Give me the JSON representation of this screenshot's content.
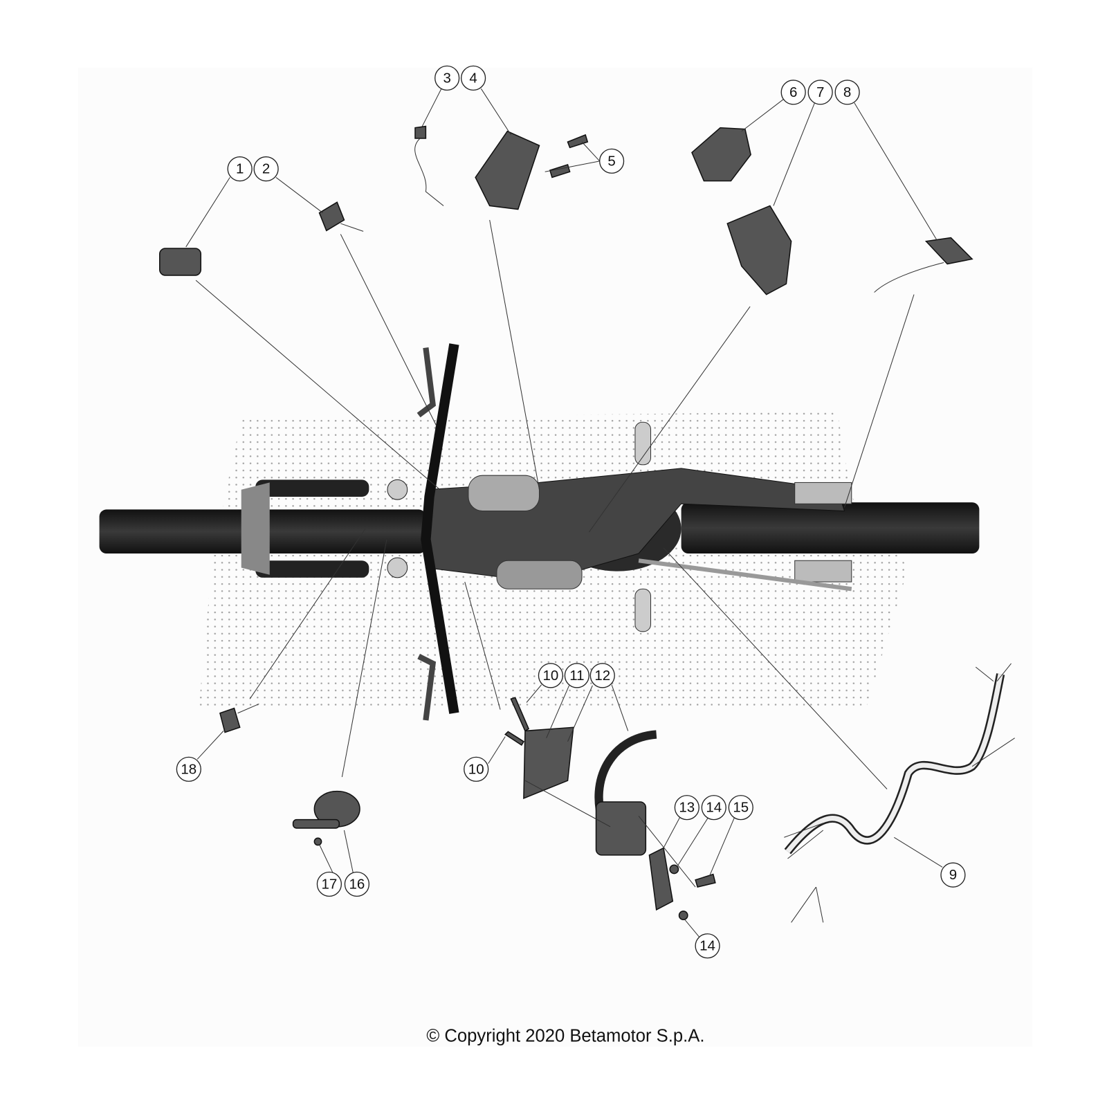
{
  "diagram": {
    "copyright": "© Copyright 2020 Betamotor S.p.A.",
    "callouts": [
      "1",
      "2",
      "3",
      "4",
      "5",
      "6",
      "7",
      "8",
      "9",
      "10",
      "11",
      "12",
      "10",
      "13",
      "14",
      "15",
      "14",
      "17",
      "16",
      "18"
    ]
  }
}
